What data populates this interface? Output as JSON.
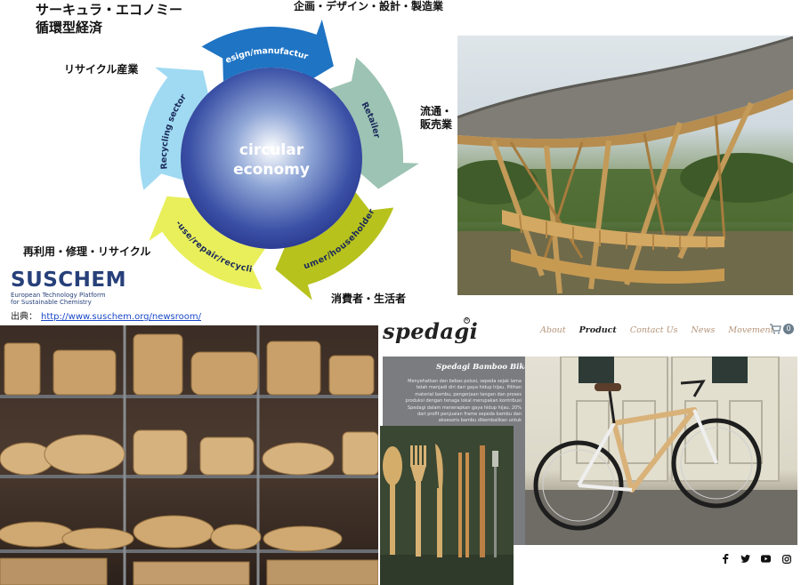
{
  "diagram": {
    "title_line1": "サーキュラ・エコノミー",
    "title_line2": "循環型経済",
    "center_line1": "circular",
    "center_line2": "economy",
    "segments": [
      {
        "label": "Design/manufacture",
        "color": "#1f74c4"
      },
      {
        "label": "Retailer",
        "color": "#9cc3b3"
      },
      {
        "label": "Consumer/householder/LAs",
        "color": "#b7c21d"
      },
      {
        "label": "Re-use/repair/recycling",
        "color": "#e9ef5a"
      },
      {
        "label": "Recycling sector",
        "color": "#9fdaf2"
      }
    ],
    "jp_labels": {
      "design": "企画・デザイン・設計・製造業",
      "retail_line1": "流通・",
      "retail_line2": "販売業",
      "consumer": "消費者・生活者",
      "reuse": "再利用・修理・リサイクル",
      "recycling": "リサイクル産業"
    },
    "logo": {
      "word": "SUSCHEM",
      "sub_line1": "European Technology Platform",
      "sub_line2": "for Sustainable Chemistry"
    },
    "source_label": "出典：",
    "source_url": "http://www.suschem.org/newsroom/"
  },
  "spedagi": {
    "logo": "spedagi",
    "logo_mark": "R",
    "nav": [
      {
        "label": "About",
        "active": false
      },
      {
        "label": "Product",
        "active": true
      },
      {
        "label": "Contact Us",
        "active": false
      },
      {
        "label": "News",
        "active": false
      },
      {
        "label": "Movement",
        "active": false
      }
    ],
    "cart_count": "0",
    "hero_title": "Spedagi Bamboo Bike",
    "hero_text": "Menyehatkan dan bebas polusi, sepeda sejak lama telah menjadi diri dari gaya hidup hijau. Pilihan material bambu, pengerjaan tangan dan proses produksi dengan tenaga lokal merupakan kontribusi Spedagi dalam menerapkan gaya hidup hijau. 20% dari profit penjualan frame sepeda bambu dan aksesoris bambu dikembalikan untuk"
  },
  "colors": {
    "suschem_blue": "#27407a",
    "link_blue": "#1a49c8",
    "nav_inactive": "#b5957a"
  }
}
